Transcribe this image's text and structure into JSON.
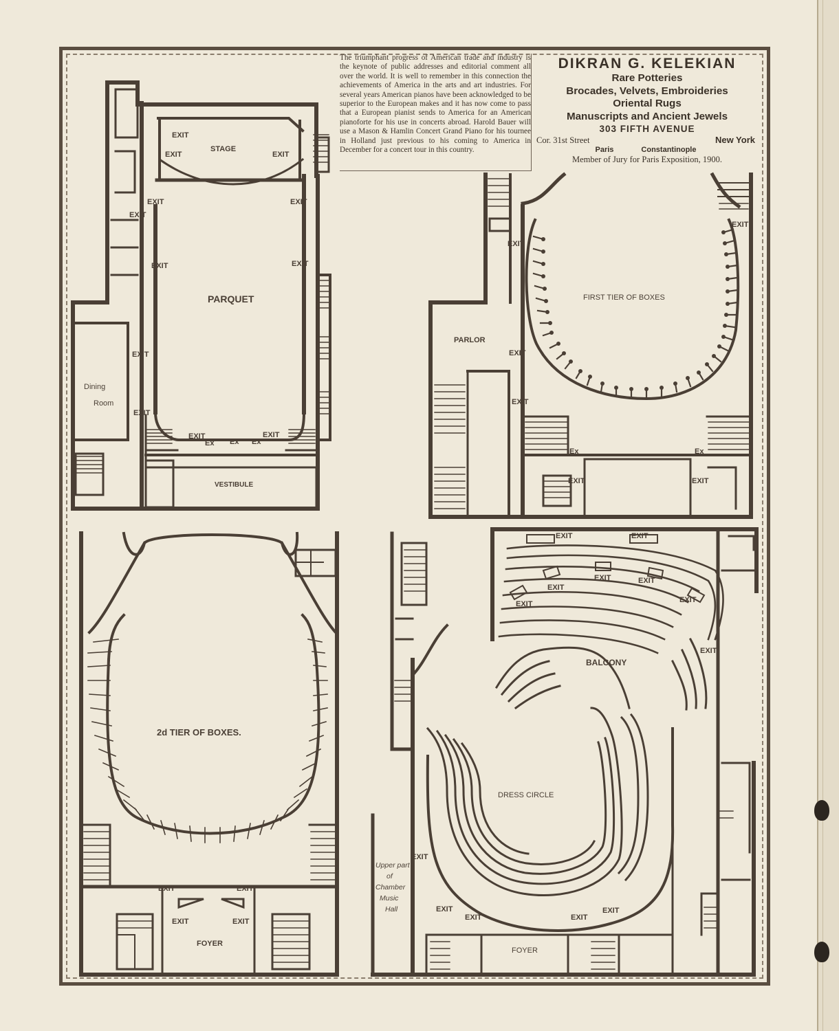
{
  "notice": {
    "text": "The triumphant progress of American trade and industry is the keynote of public addresses and editorial comment all over the world. It is well to remember in this connection the achievements of America in the arts and art industries. For several years American pianos have been acknowledged to be superior to the European makes and it has now come to pass that a European pianist sends to America for an American pianoforte for his use in concerts abroad. Harold Bauer will use a Mason & Hamlin Concert Grand Piano for his tournee in Holland just previous to his coming to America in December for a concert tour in this country."
  },
  "ad": {
    "name": "DIKRAN G. KELEKIAN",
    "line1": "Rare Potteries",
    "line2": "Brocades, Velvets, Embroideries",
    "line3": "Oriental Rugs",
    "line4": "Manuscripts and Ancient Jewels",
    "address": "303 FIFTH AVENUE",
    "street": "Cor. 31st Street",
    "city": "New York",
    "branch1": "Paris",
    "branch2": "Constantinople",
    "jury": "Member of Jury for Paris Exposition, 1900."
  },
  "plans": {
    "parquet": {
      "room": "PARQUET",
      "stage": "STAGE",
      "vestibule": "VESTIBULE",
      "dining": "Dining",
      "dining2": "Room",
      "exit": "EXIT",
      "ex": "Ex"
    },
    "first_tier": {
      "title": "FIRST TIER OF BOXES",
      "parlor": "PARLOR",
      "exit": "EXIT",
      "ex": "Ex"
    },
    "second_tier": {
      "title": "2d TIER OF BOXES.",
      "foyer": "FOYER",
      "exit": "EXIT"
    },
    "balcony": {
      "balcony": "BALCONY",
      "dress": "DRESS CIRCLE",
      "foyer": "FOYER",
      "exit": "EXIT",
      "chamber1": "Upper part",
      "chamber2": "of",
      "chamber3": "Chamber",
      "chamber4": "Music",
      "chamber5": "Hall"
    }
  }
}
